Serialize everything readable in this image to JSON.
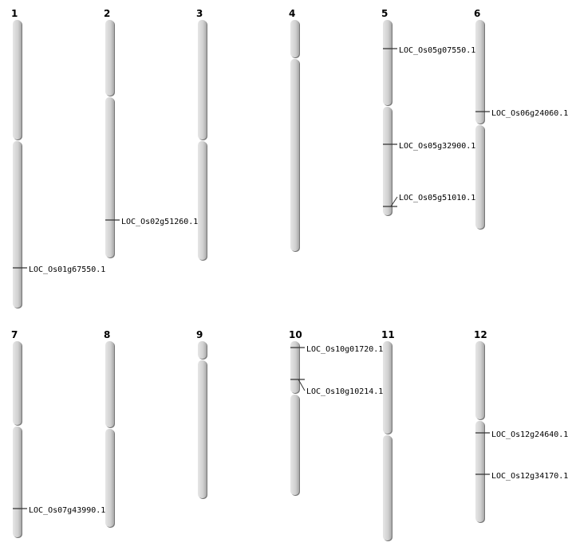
{
  "chromosomes": [
    {
      "name": "1",
      "markers": [
        "LOC_Os01g67550.1"
      ]
    },
    {
      "name": "2",
      "markers": [
        "LOC_Os02g51260.1"
      ]
    },
    {
      "name": "3",
      "markers": []
    },
    {
      "name": "4",
      "markers": []
    },
    {
      "name": "5",
      "markers": [
        "LOC_Os05g07550.1",
        "LOC_Os05g32900.1",
        "LOC_Os05g51010.1"
      ]
    },
    {
      "name": "6",
      "markers": [
        "LOC_Os06g24060.1"
      ]
    },
    {
      "name": "7",
      "markers": [
        "LOC_Os07g43990.1"
      ]
    },
    {
      "name": "8",
      "markers": []
    },
    {
      "name": "9",
      "markers": []
    },
    {
      "name": "10",
      "markers": [
        "LOC_Os10g01720.1",
        "LOC_Os10g10214.1"
      ]
    },
    {
      "name": "11",
      "markers": []
    },
    {
      "name": "12",
      "markers": [
        "LOC_Os12g24640.1",
        "LOC_Os12g34170.1"
      ]
    }
  ],
  "colors": {
    "chromosome": "#d4d4d4",
    "edge": "#555555",
    "marker": "#333333"
  }
}
